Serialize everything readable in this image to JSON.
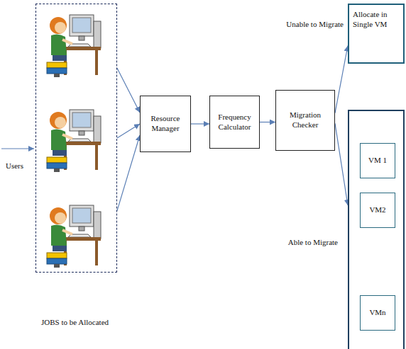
{
  "diagram": {
    "nodes": [
      {
        "text": [
          "JOBS to be Allocated"
        ]
      },
      {
        "text": [
          "Resource Manager"
        ]
      },
      {
        "text": [
          "Frequency Calculator"
        ]
      },
      {
        "text": [
          "Migration Checker"
        ]
      },
      {
        "text": [
          "Allocate in Single VM"
        ]
      },
      {
        "text": []
      },
      {
        "text": [
          "VM 1"
        ],
        "in": 5
      },
      {
        "text": [
          "VM2"
        ],
        "in": 5
      },
      {
        "text": [
          "VMn"
        ],
        "in": 5
      }
    ],
    "edges": [
      {
        "from": 0,
        "to": 1,
        "arrow": "to"
      },
      {
        "from": 0,
        "to": 1,
        "arrow": "to"
      },
      {
        "from": 0,
        "to": 1,
        "arrow": "to"
      },
      {
        "from": 1,
        "to": 2,
        "arrow": "to"
      },
      {
        "from": 2,
        "to": 3,
        "arrow": "to"
      },
      {
        "from": 3,
        "to": 4,
        "label": "Unable to Migrate",
        "arrow": "to"
      },
      {
        "from": 3,
        "to": 5,
        "label": "Able to Migrate",
        "arrow": "to"
      }
    ],
    "labels": [
      "Users"
    ]
  }
}
